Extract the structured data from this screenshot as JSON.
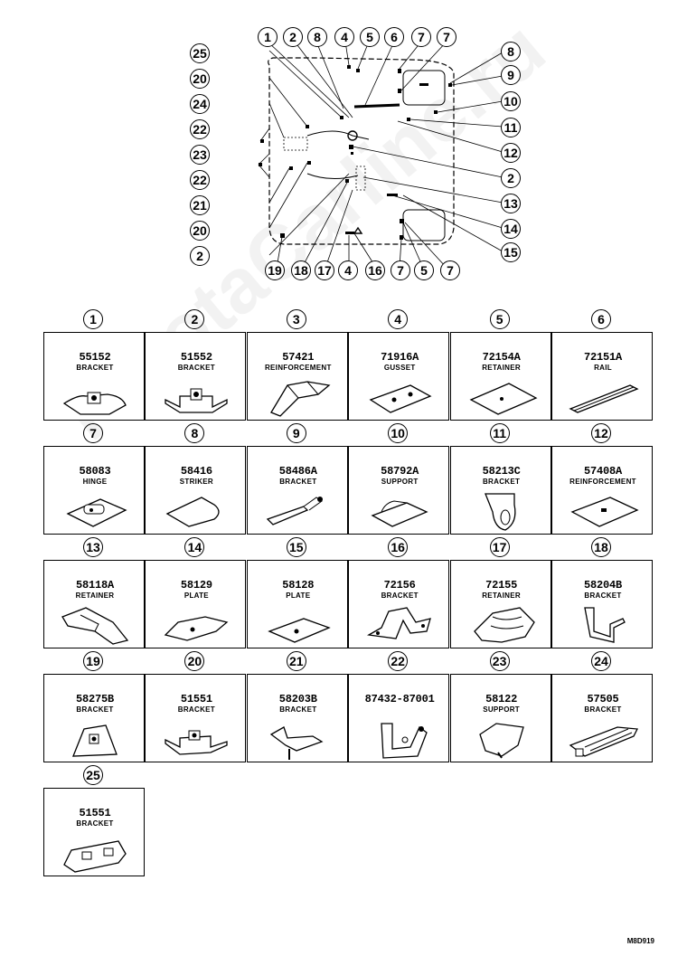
{
  "overview": {
    "top_callouts": [
      "1",
      "2",
      "8",
      "4",
      "5",
      "6",
      "7",
      "7"
    ],
    "left_callouts": [
      "25",
      "20",
      "24",
      "22",
      "23",
      "22",
      "21",
      "20",
      "2"
    ],
    "right_callouts": [
      "8",
      "9",
      "10",
      "11",
      "12",
      "2",
      "13",
      "14",
      "15"
    ],
    "bottom_callouts": [
      "19",
      "18",
      "17",
      "4",
      "16",
      "7",
      "5",
      "7"
    ]
  },
  "parts": [
    {
      "num": "1",
      "pn": "55152",
      "desc": "BRACKET"
    },
    {
      "num": "2",
      "pn": "51552",
      "desc": "BRACKET"
    },
    {
      "num": "3",
      "pn": "57421",
      "desc": "REINFORCEMENT"
    },
    {
      "num": "4",
      "pn": "71916A",
      "desc": "GUSSET"
    },
    {
      "num": "5",
      "pn": "72154A",
      "desc": "RETAINER"
    },
    {
      "num": "6",
      "pn": "72151A",
      "desc": "RAIL"
    },
    {
      "num": "7",
      "pn": "58083",
      "desc": "HINGE"
    },
    {
      "num": "8",
      "pn": "58416",
      "desc": "STRIKER"
    },
    {
      "num": "9",
      "pn": "58486A",
      "desc": "BRACKET"
    },
    {
      "num": "10",
      "pn": "58792A",
      "desc": "SUPPORT"
    },
    {
      "num": "11",
      "pn": "58213C",
      "desc": "BRACKET"
    },
    {
      "num": "12",
      "pn": "57408A",
      "desc": "REINFORCEMENT"
    },
    {
      "num": "13",
      "pn": "58118A",
      "desc": "RETAINER"
    },
    {
      "num": "14",
      "pn": "58129",
      "desc": "PLATE"
    },
    {
      "num": "15",
      "pn": "58128",
      "desc": "PLATE"
    },
    {
      "num": "16",
      "pn": "72156",
      "desc": "BRACKET"
    },
    {
      "num": "17",
      "pn": "72155",
      "desc": "RETAINER"
    },
    {
      "num": "18",
      "pn": "58204B",
      "desc": "BRACKET"
    },
    {
      "num": "19",
      "pn": "58275B",
      "desc": "BRACKET"
    },
    {
      "num": "20",
      "pn": "51551",
      "desc": "BRACKET"
    },
    {
      "num": "21",
      "pn": "58203B",
      "desc": "BRACKET"
    },
    {
      "num": "22",
      "pn": "87432-87001",
      "desc": ""
    },
    {
      "num": "23",
      "pn": "58122",
      "desc": "SUPPORT"
    },
    {
      "num": "24",
      "pn": "57505",
      "desc": "BRACKET"
    },
    {
      "num": "25",
      "pn": "51551",
      "desc": "BRACKET"
    }
  ],
  "diagram_code": "M8D919",
  "watermark": "ToyotaCarline.ru"
}
